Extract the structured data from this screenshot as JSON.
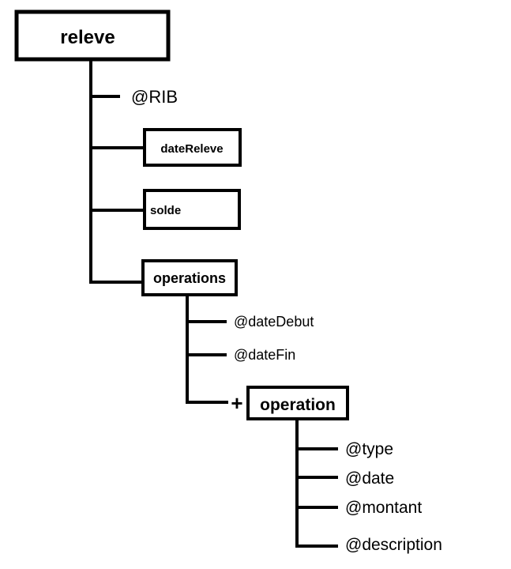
{
  "root": {
    "label": "releve"
  },
  "root_children": {
    "rib_attr": "@RIB",
    "date_releve": "dateReleve",
    "solde": "solde",
    "operations": "operations"
  },
  "operations_children": {
    "date_debut_attr": "@dateDebut",
    "date_fin_attr": "@dateFin",
    "multiplicity": "+",
    "operation": "operation"
  },
  "operation_children": {
    "type_attr": "@type",
    "date_attr": "@date",
    "montant_attr": "@montant",
    "description_attr": "@description"
  }
}
